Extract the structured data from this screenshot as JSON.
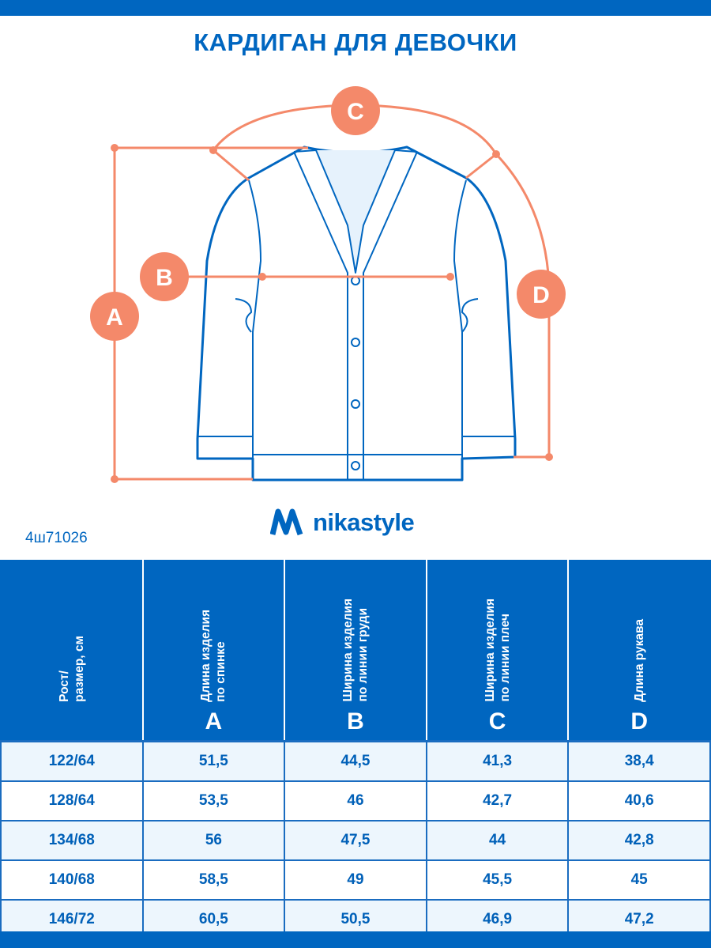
{
  "title": "КАРДИГАН ДЛЯ ДЕВОЧКИ",
  "diagram": {
    "labels": [
      "A",
      "B",
      "C",
      "D"
    ],
    "accent_color": "#f4896a",
    "garment_color": "#0066c0"
  },
  "sku": "4ш71026",
  "brand": "nikastyle",
  "table": {
    "headers": [
      {
        "text": "Рост/\nразмер, см",
        "letter": ""
      },
      {
        "text": "Длина изделия\nпо спинке",
        "letter": "A"
      },
      {
        "text": "Ширина изделия\nпо линии груди",
        "letter": "B"
      },
      {
        "text": "Ширина изделия\nпо линии плеч",
        "letter": "C"
      },
      {
        "text": "Длина рукава",
        "letter": "D"
      }
    ],
    "rows": [
      [
        "122/64",
        "51,5",
        "44,5",
        "41,3",
        "38,4"
      ],
      [
        "128/64",
        "53,5",
        "46",
        "42,7",
        "40,6"
      ],
      [
        "134/68",
        "56",
        "47,5",
        "44",
        "42,8"
      ],
      [
        "140/68",
        "58,5",
        "49",
        "45,5",
        "45"
      ],
      [
        "146/72",
        "60,5",
        "50,5",
        "46,9",
        "47,2"
      ]
    ]
  }
}
